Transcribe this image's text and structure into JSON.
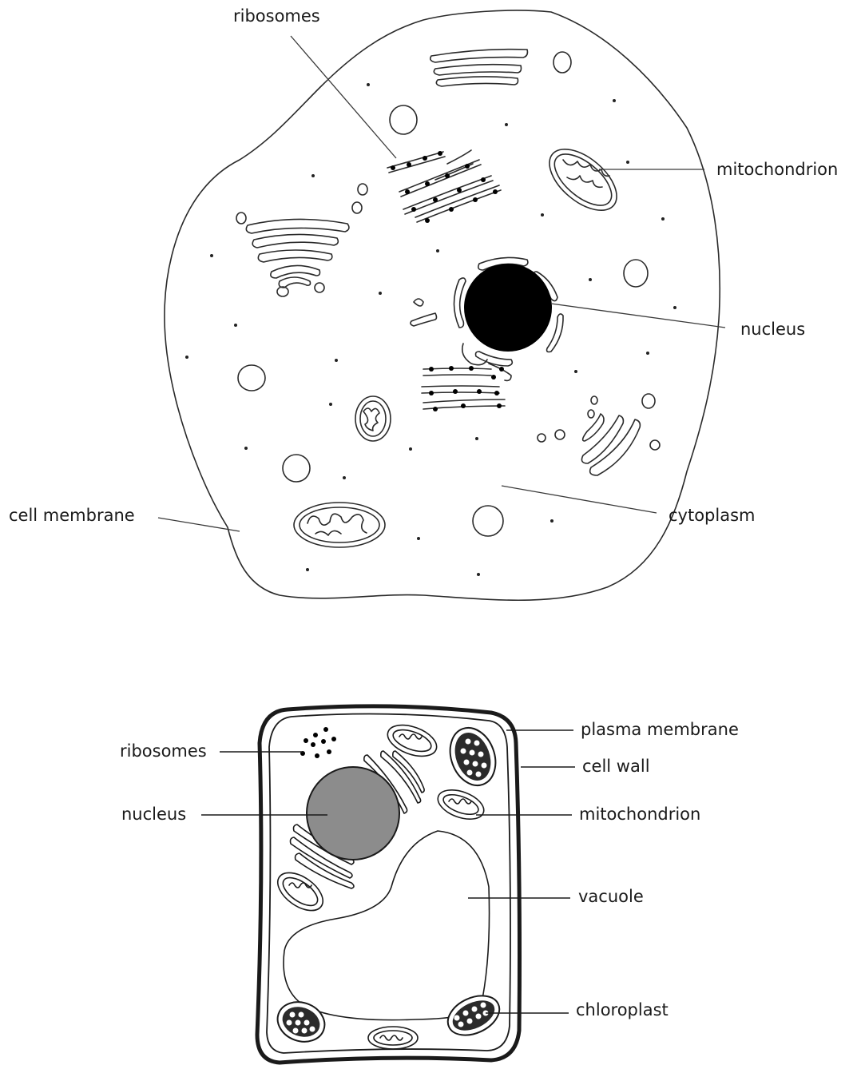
{
  "animal_cell": {
    "labels": {
      "ribosomes": "ribosomes",
      "mitochondrion": "mitochondrion",
      "nucleus": "nucleus",
      "cell_membrane": "cell membrane",
      "cytoplasm": "cytoplasm"
    }
  },
  "plant_cell": {
    "labels": {
      "ribosomes": "ribosomes",
      "nucleus": "nucleus",
      "plasma_membrane": "plasma membrane",
      "cell_wall": "cell wall",
      "mitochondrion": "mitochondrion",
      "vacuole": "vacuole",
      "chloroplast": "chloroplast"
    }
  },
  "colors": {
    "line": "#2a2a2a",
    "nucleus_animal": "#000000",
    "nucleus_plant": "#8c8c8c",
    "chloroplast": "#2b2b2b"
  }
}
